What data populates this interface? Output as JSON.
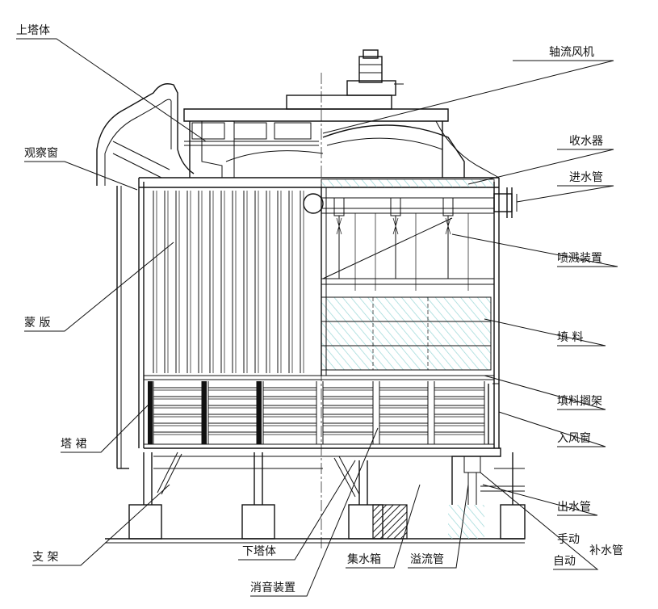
{
  "labels": {
    "upper_tower": "上塔体",
    "observation_window": "观察窗",
    "cover_panel": "蒙 版",
    "tower_skirt": "塔 裙",
    "support_frame": "支 架",
    "lower_tower": "下塔体",
    "silencer": "消音装置",
    "water_tank": "集水箱",
    "overflow_pipe": "溢流管",
    "manual": "手动",
    "auto": "自动",
    "makeup_pipe": "补水管",
    "outlet_pipe": "出水管",
    "air_inlet_window": "入风窗",
    "fill_support": "填料搁架",
    "fill": "填 料",
    "spray_device": "喷溅装置",
    "inlet_pipe": "进水管",
    "water_collector": "收水器",
    "axial_fan": "轴流风机"
  },
  "colors": {
    "line": "#111111",
    "fill_hatch": "#8fd3d3",
    "dark_hatch": "#222222"
  }
}
